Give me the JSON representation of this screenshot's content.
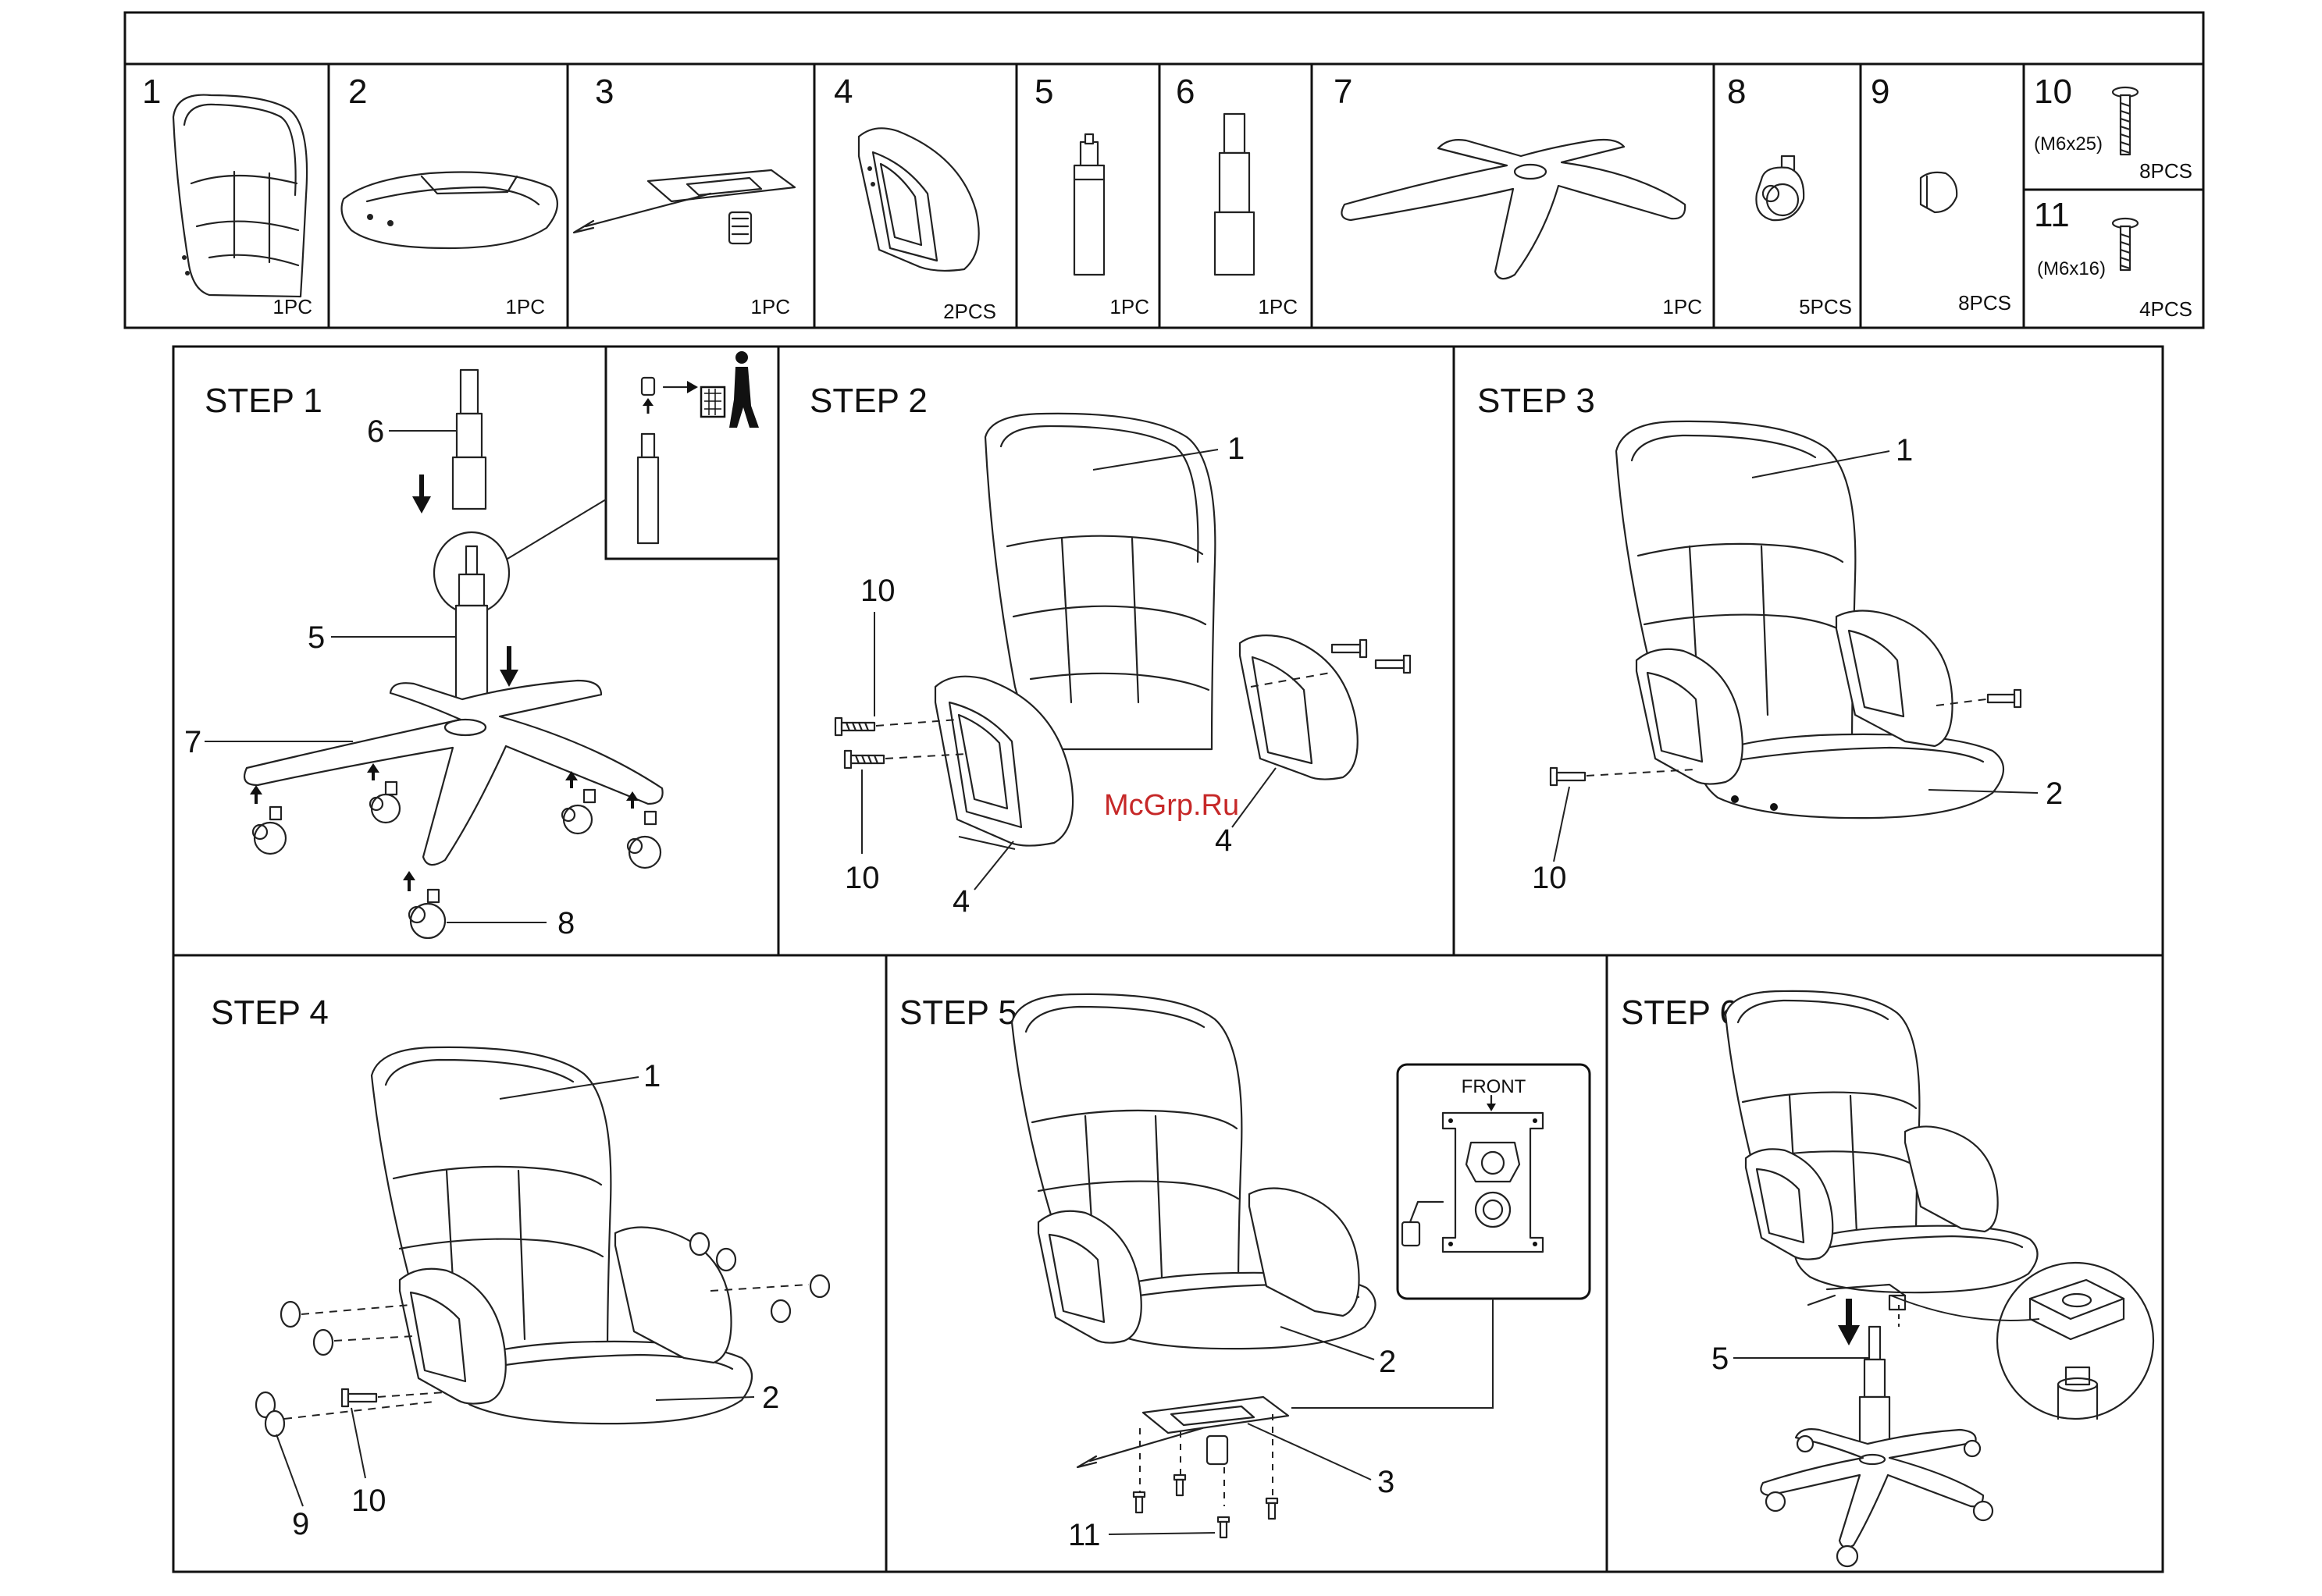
{
  "parts": [
    {
      "num": "1",
      "qty": "1PC",
      "icon": "backrest-icon"
    },
    {
      "num": "2",
      "qty": "1PC",
      "icon": "seat-cushion-icon"
    },
    {
      "num": "3",
      "qty": "1PC",
      "icon": "tilt-mechanism-icon"
    },
    {
      "num": "4",
      "qty": "2PCS",
      "icon": "armrest-icon"
    },
    {
      "num": "5",
      "qty": "1PC",
      "icon": "gas-lift-icon"
    },
    {
      "num": "6",
      "qty": "1PC",
      "icon": "lift-cover-icon"
    },
    {
      "num": "7",
      "qty": "1PC",
      "icon": "five-star-base-icon"
    },
    {
      "num": "8",
      "qty": "5PCS",
      "icon": "caster-icon"
    },
    {
      "num": "9",
      "qty": "8PCS",
      "icon": "bolt-cap-icon"
    },
    {
      "num": "10",
      "size": "(M6x25)",
      "qty": "8PCS",
      "icon": "long-screw-icon"
    },
    {
      "num": "11",
      "size": "(M6x16)",
      "qty": "4PCS",
      "icon": "short-screw-icon"
    }
  ],
  "steps": [
    {
      "label": "STEP 1",
      "callouts": [
        "6",
        "5",
        "7",
        "8"
      ]
    },
    {
      "label": "STEP 2",
      "callouts": [
        "1",
        "10",
        "10",
        "4",
        "4"
      ]
    },
    {
      "label": "STEP 3",
      "callouts": [
        "1",
        "2",
        "10"
      ]
    },
    {
      "label": "STEP 4",
      "callouts": [
        "1",
        "2",
        "9",
        "10"
      ]
    },
    {
      "label": "STEP 5",
      "callouts": [
        "2",
        "3",
        "11"
      ],
      "inset_label": "FRONT"
    },
    {
      "label": "STEP 6",
      "callouts": [
        "5"
      ]
    }
  ],
  "watermark": "McGrp.Ru"
}
